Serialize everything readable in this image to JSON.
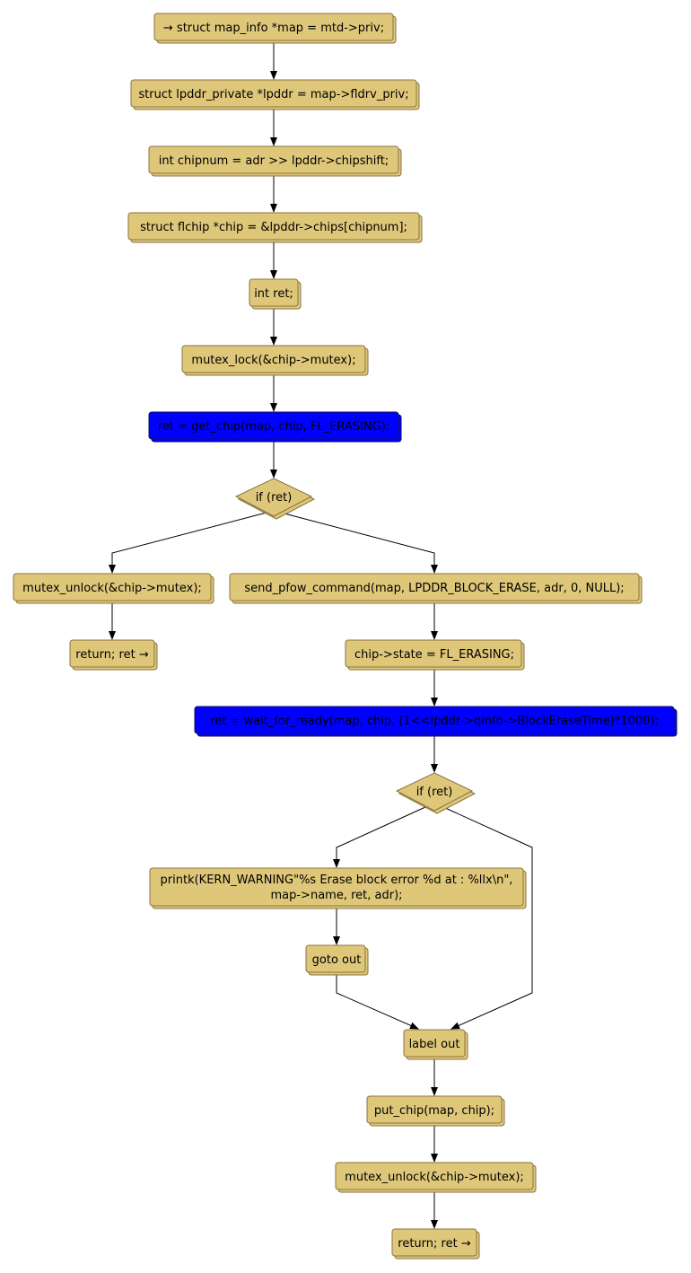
{
  "nodes": {
    "n1": {
      "lines": [
        "→ struct map_info *map = mtd->priv;"
      ]
    },
    "n2": {
      "lines": [
        "struct lpddr_private *lpddr = map->fldrv_priv;"
      ]
    },
    "n3": {
      "lines": [
        "int chipnum = adr >> lpddr->chipshift;"
      ]
    },
    "n4": {
      "lines": [
        "struct flchip *chip = &lpddr->chips[chipnum];"
      ]
    },
    "n5": {
      "lines": [
        "int ret;"
      ]
    },
    "n6": {
      "lines": [
        "mutex_lock(&chip->mutex);"
      ]
    },
    "n7": {
      "lines": [
        "ret = get_chip(map, chip, FL_ERASING);"
      ]
    },
    "d1": {
      "lines": [
        "if (ret)"
      ]
    },
    "n8": {
      "lines": [
        "mutex_unlock(&chip->mutex);"
      ]
    },
    "n9": {
      "lines": [
        "return; ret →"
      ]
    },
    "n10": {
      "lines": [
        "send_pfow_command(map, LPDDR_BLOCK_ERASE, adr, 0, NULL);"
      ]
    },
    "n11": {
      "lines": [
        "chip->state = FL_ERASING;"
      ]
    },
    "n12": {
      "lines": [
        "ret = wait_for_ready(map, chip, (1<<lpddr->qinfo->BlockEraseTime)*1000);"
      ]
    },
    "d2": {
      "lines": [
        "if (ret)"
      ]
    },
    "n13": {
      "lines": [
        "printk(KERN_WARNING\"%s Erase block error %d at : %llx\\n\",",
        "map->name, ret, adr);"
      ]
    },
    "n14": {
      "lines": [
        "goto out"
      ]
    },
    "n15": {
      "lines": [
        "label out"
      ]
    },
    "n16": {
      "lines": [
        "put_chip(map, chip);"
      ]
    },
    "n17": {
      "lines": [
        "mutex_unlock(&chip->mutex);"
      ]
    },
    "n18": {
      "lines": [
        "return; ret →"
      ]
    }
  },
  "edges": [
    [
      "n1",
      "n2"
    ],
    [
      "n2",
      "n3"
    ],
    [
      "n3",
      "n4"
    ],
    [
      "n4",
      "n5"
    ],
    [
      "n5",
      "n6"
    ],
    [
      "n6",
      "n7"
    ],
    [
      "n7",
      "d1"
    ],
    [
      "d1",
      "n8"
    ],
    [
      "d1",
      "n10"
    ],
    [
      "n8",
      "n9"
    ],
    [
      "n10",
      "n11"
    ],
    [
      "n11",
      "n12"
    ],
    [
      "n12",
      "d2"
    ],
    [
      "d2",
      "n13"
    ],
    [
      "d2",
      "n15"
    ],
    [
      "n13",
      "n14"
    ],
    [
      "n14",
      "n15"
    ],
    [
      "n15",
      "n16"
    ],
    [
      "n16",
      "n17"
    ],
    [
      "n17",
      "n18"
    ]
  ],
  "colors": {
    "node_fill": "#dfc77a",
    "node_border": "#8a7340",
    "highlight_fill": "#0000ff",
    "edge": "#000000"
  }
}
